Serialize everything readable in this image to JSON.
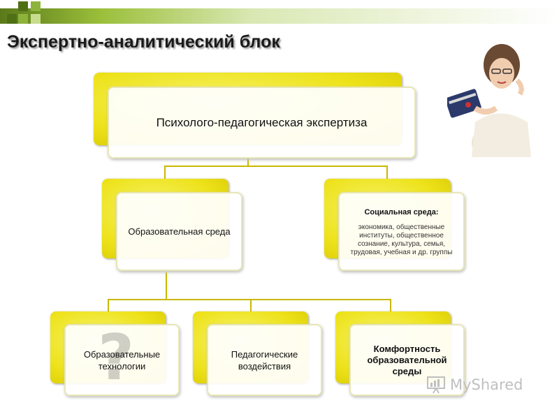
{
  "title": "Экспертно-аналитический блок",
  "root": {
    "label": "Психолого-педагогическая экспертиза"
  },
  "level2": [
    {
      "label": "Образовательная среда"
    },
    {
      "label": "Социальная среда:",
      "detail": "экономика, общественные институты, общественное сознание, культура, семья, трудовая, учебная и др. группы"
    }
  ],
  "level3": [
    {
      "label": "Образовательные технологии"
    },
    {
      "label": "Педагогические воздействия"
    },
    {
      "label": "Комфортность образовательной среды"
    }
  ],
  "watermark": "MyShared",
  "colors": {
    "yellow": "#ede21a",
    "connector": "#c9b800",
    "accent_green": "#8db33a"
  }
}
